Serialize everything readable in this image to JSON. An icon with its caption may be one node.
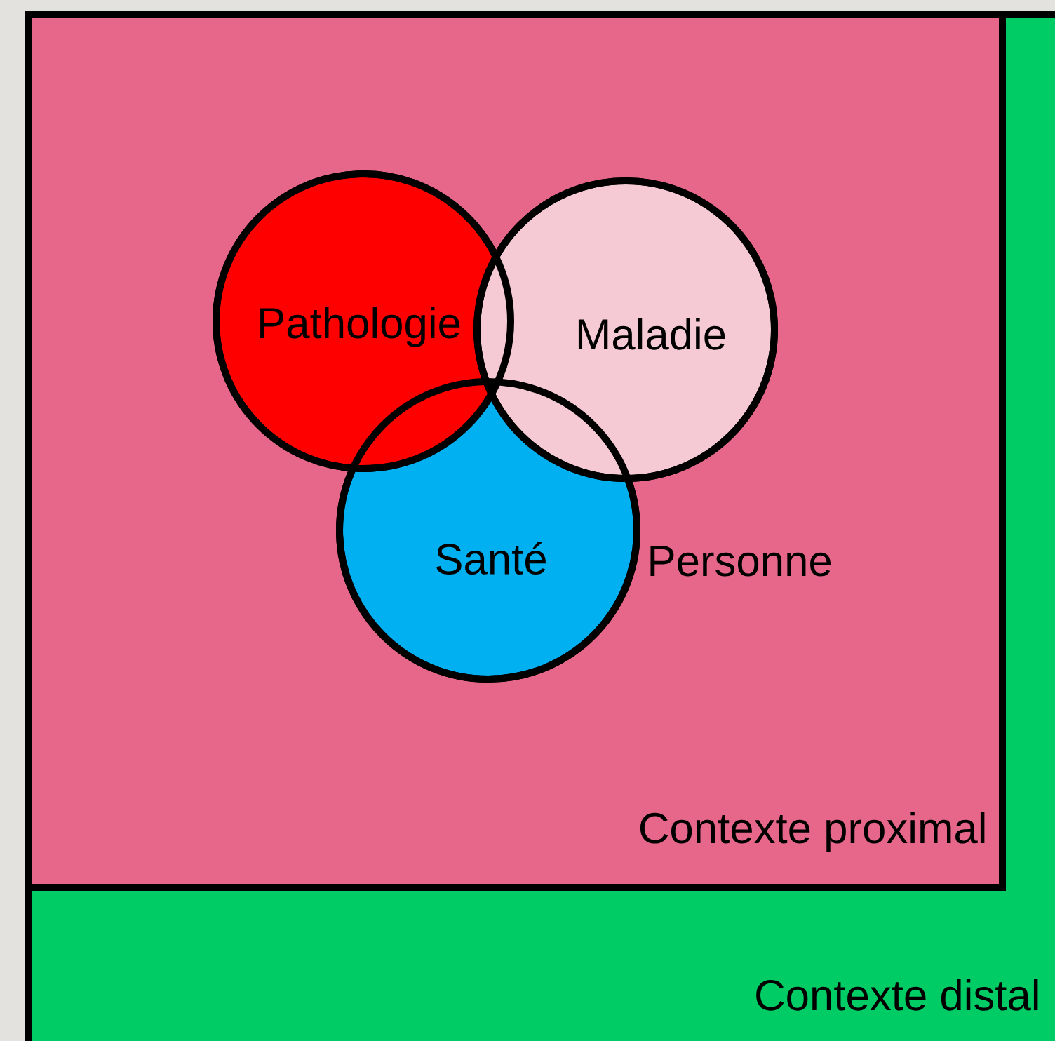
{
  "diagram": {
    "nodes": [
      {
        "text": [
          "Contexte distal"
        ]
      },
      {
        "text": [
          "Contexte proximal"
        ],
        "in": 0
      },
      {
        "text": [
          "Pathologie"
        ],
        "in": 1
      },
      {
        "text": [
          "Maladie"
        ],
        "in": 1
      },
      {
        "text": [
          "Santé"
        ],
        "in": 1
      }
    ],
    "labels": [
      "Personne"
    ]
  }
}
